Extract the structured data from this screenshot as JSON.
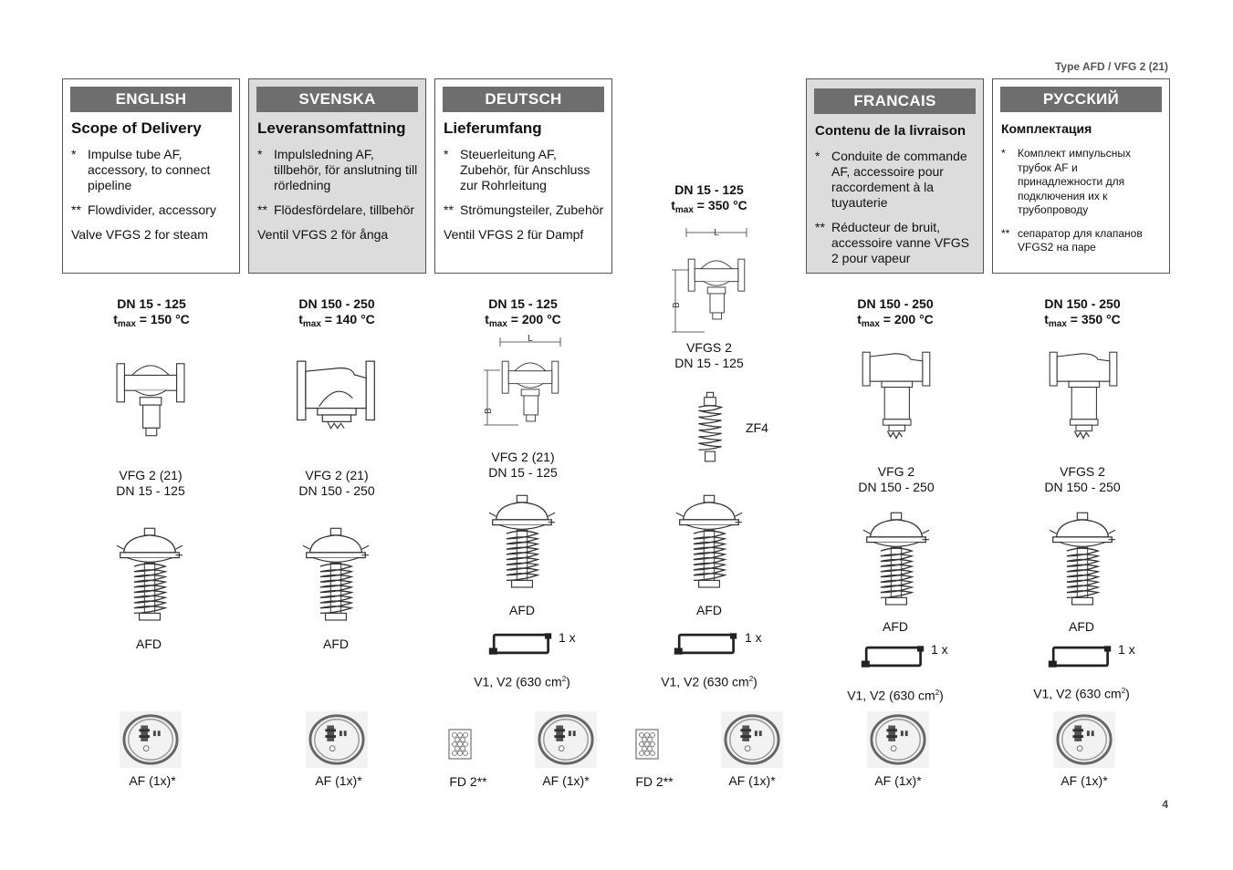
{
  "header": {
    "type": "Type AFD / VFG 2 (21)"
  },
  "page_number": "4",
  "languages": [
    {
      "name": "ENGLISH",
      "title": "Scope of Delivery",
      "item1_marker": "*",
      "item1": "Impulse tube AF, accessory, to connect pipeline",
      "item2_marker": "**",
      "item2": "Flowdivider, accessory",
      "item3": "Valve VFGS 2 for steam"
    },
    {
      "name": "SVENSKA",
      "title": "Leveransomfattning",
      "item1_marker": "*",
      "item1": "Impulsledning AF, tillbehör, för anslutning till rörledning",
      "item2_marker": "**",
      "item2": "Flödesfördelare, tillbehör",
      "item3": "Ventil VFGS 2 för ånga"
    },
    {
      "name": "DEUTSCH",
      "title": "Lieferumfang",
      "item1_marker": "*",
      "item1": "Steuerleitung AF, Zubehör, für Anschluss zur Rohrleitung",
      "item2_marker": "**",
      "item2": "Strömungsteiler, Zubehör",
      "item3": "Ventil VFGS 2 für Dampf"
    },
    {
      "name": "FRANCAIS",
      "title": "Contenu de la livraison",
      "item1_marker": "*",
      "item1": "Conduite de commande AF, accessoire pour raccordement à la tuyauterie",
      "item2_marker": "**",
      "item2": "Réducteur de bruit, accessoire vanne VFGS 2 pour vapeur"
    },
    {
      "name": "РУССКИЙ",
      "title": "Комплектация",
      "item1_marker": "*",
      "item1": "Комплект импульсных трубок AF и принадлежности для подключения их к трубопроводу",
      "item2_marker": "**",
      "item2": "сепаратор для клапанов VFGS2 на паре"
    }
  ],
  "columns": [
    {
      "spec_dn": "DN 15 - 125",
      "t_sym": "t",
      "t_sub": "max",
      "t_val": " = 150 °C",
      "valve_name": "VFG 2 (21)",
      "valve_dn": "DN 15 - 125",
      "actuator": "AFD",
      "impulse": "AF (1x)*"
    },
    {
      "spec_dn": "DN 150 - 250",
      "t_sym": "t",
      "t_sub": "max",
      "t_val": " = 140 °C",
      "valve_name": "VFG 2 (21)",
      "valve_dn": "DN 150 - 250",
      "actuator": "AFD",
      "impulse": "AF (1x)*"
    },
    {
      "spec_dn": "DN 15 - 125",
      "t_sym": "t",
      "t_sub": "max",
      "t_val": " = 200 °C",
      "valve_name": "VFG 2 (21)",
      "valve_dn": "DN 15 - 125",
      "actuator": "AFD",
      "vessel_qty": "1 x",
      "vessel": "V1, V2 (630 cm",
      "vessel_sup": "2",
      "vessel_end": ")",
      "fd": "FD 2**",
      "impulse": "AF (1x)*"
    },
    {
      "spec_dn": "DN 15 - 125",
      "t_sym": "t",
      "t_sub": "max",
      "t_val": " = 350 °C",
      "valve_name": "VFGS 2",
      "valve_dn": "DN 15 - 125",
      "zf": "ZF4",
      "actuator": "AFD",
      "vessel_qty": "1 x",
      "vessel": "V1, V2 (630 cm",
      "vessel_sup": "2",
      "vessel_end": ")",
      "fd": "FD 2**",
      "impulse": "AF (1x)*"
    },
    {
      "spec_dn": "DN 150 - 250",
      "t_sym": "t",
      "t_sub": "max",
      "t_val": " = 200 °C",
      "valve_name": "VFG 2",
      "valve_dn": "DN 150 - 250",
      "actuator": "AFD",
      "vessel_qty": "1 x",
      "vessel": "V1, V2 (630 cm",
      "vessel_sup": "2",
      "vessel_end": ")",
      "impulse": "AF (1x)*"
    },
    {
      "spec_dn": "DN 150 - 250",
      "t_sym": "t",
      "t_sub": "max",
      "t_val": " = 350 °C",
      "valve_name": "VFGS 2",
      "valve_dn": "DN 150 - 250",
      "actuator": "AFD",
      "vessel_qty": "1 x",
      "vessel": "V1, V2 (630 cm",
      "vessel_sup": "2",
      "vessel_end": ")",
      "impulse": "AF (1x)*"
    }
  ],
  "dimension_labels": {
    "length": "L",
    "height": "B"
  }
}
